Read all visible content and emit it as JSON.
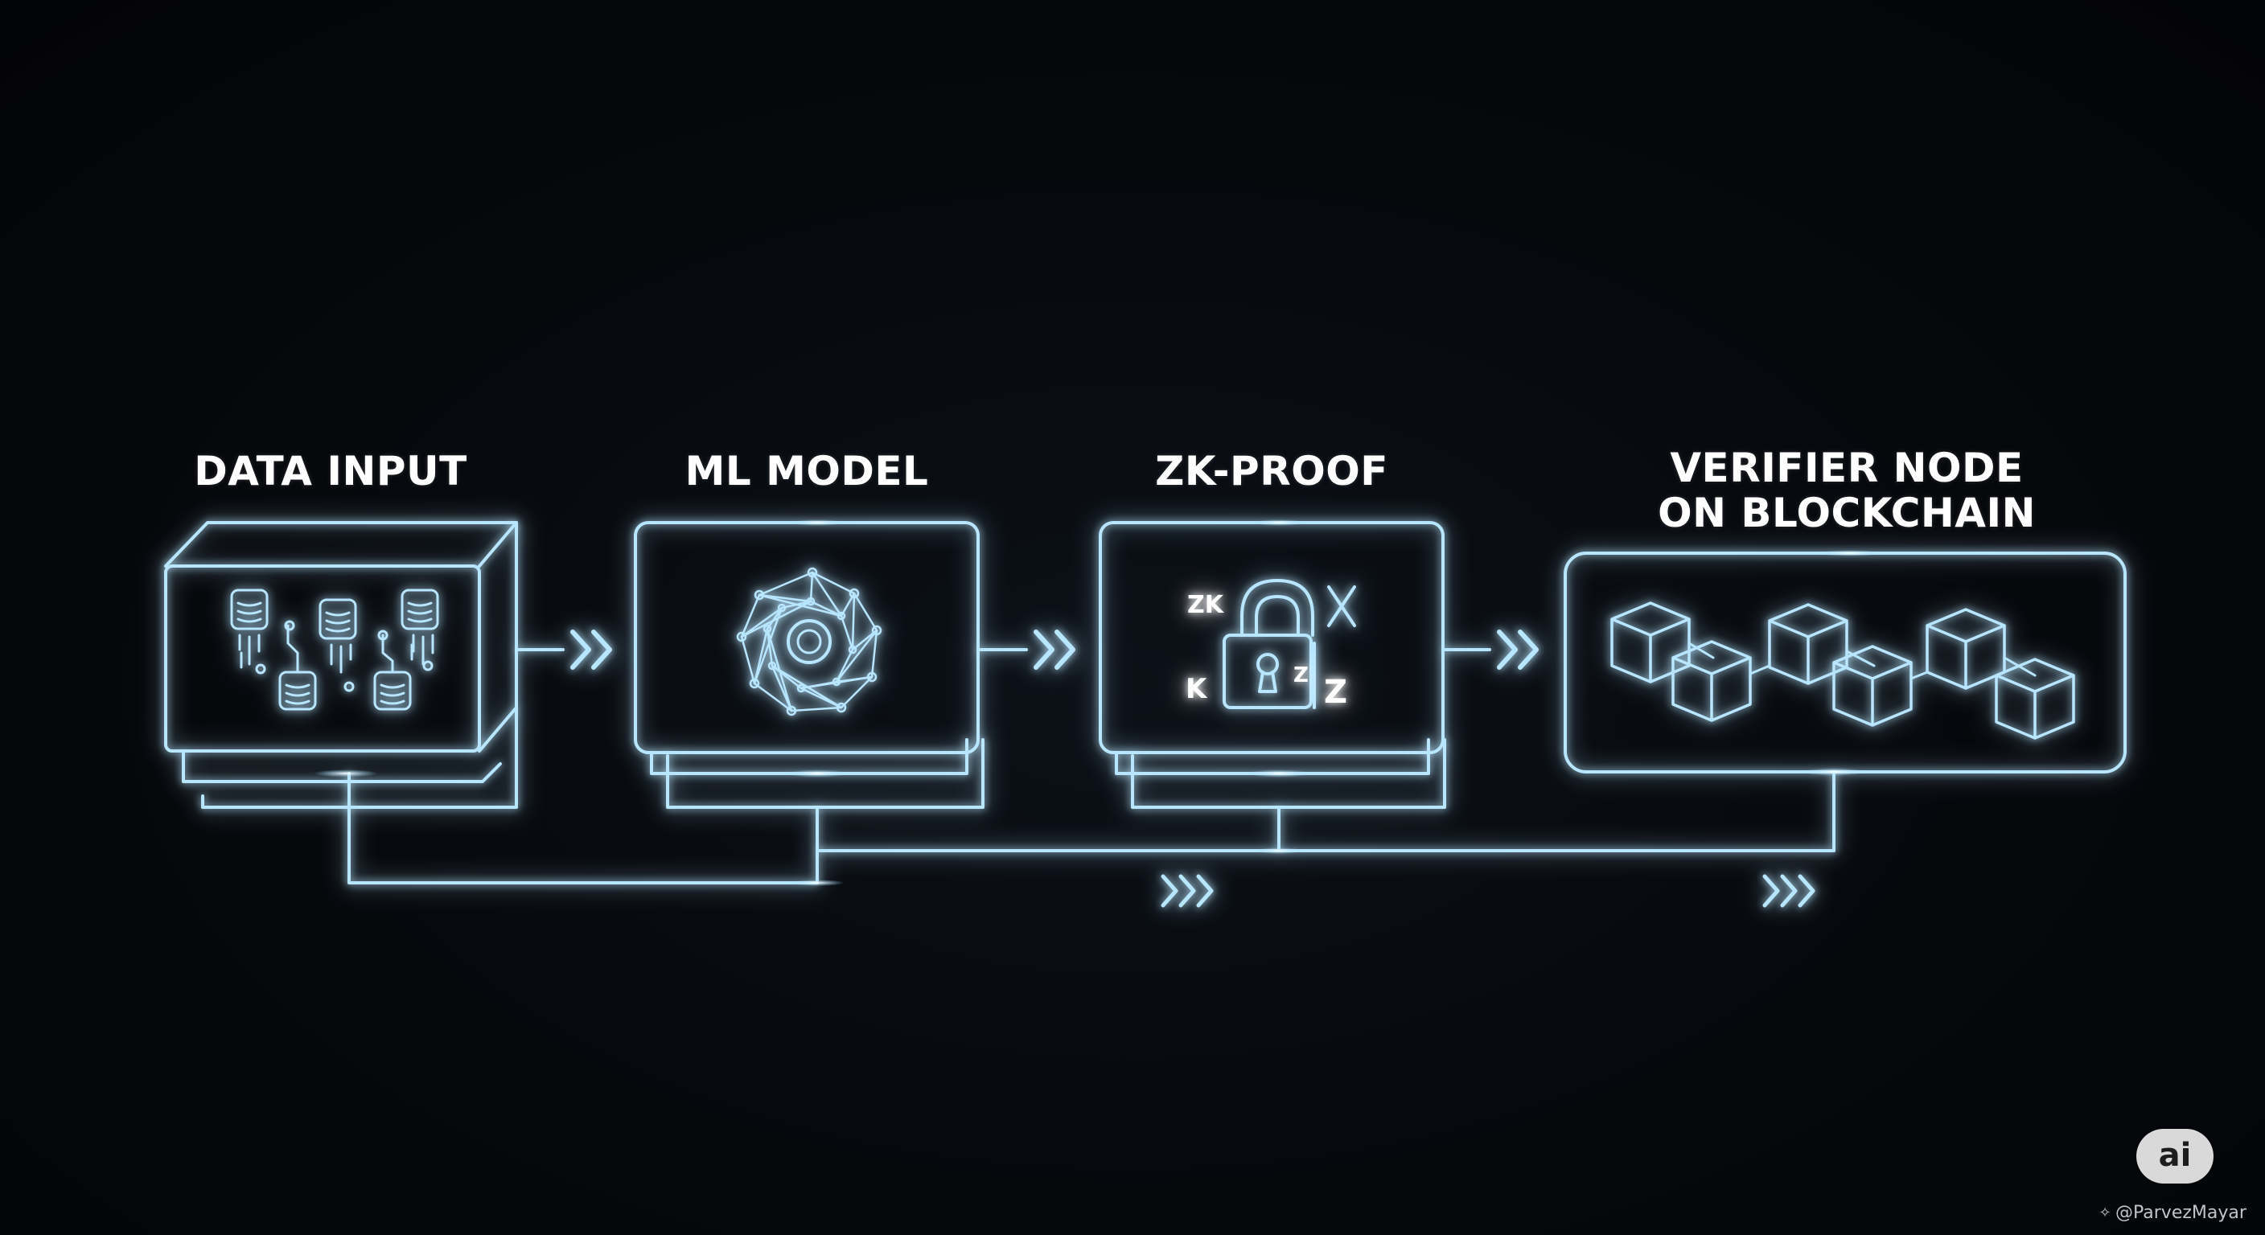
{
  "stages": [
    {
      "id": "data-input",
      "title": "DATA INPUT",
      "icon": "database-cluster-icon"
    },
    {
      "id": "ml-model",
      "title": "ML MODEL",
      "icon": "neural-network-icon"
    },
    {
      "id": "zk-proof",
      "title": "ZK-PROOF",
      "icon": "zk-lock-icon"
    },
    {
      "id": "verifier-node",
      "title_lines": [
        "VERIFIER NODE",
        "ON BLOCKCHAIN"
      ],
      "icon": "blockchain-cubes-icon"
    }
  ],
  "zk_glyphs": {
    "zk": "ZK",
    "x": "X",
    "k": "K",
    "z_small": "Z",
    "z": "Z"
  },
  "badge": {
    "text": "ai"
  },
  "watermark": {
    "text": "@ParvezMayar",
    "icon": "sparkle-icon"
  },
  "colors": {
    "background": "#05070b",
    "glow": "#8fd8ff",
    "line": "#b8e6ff",
    "text": "#ffffff"
  }
}
